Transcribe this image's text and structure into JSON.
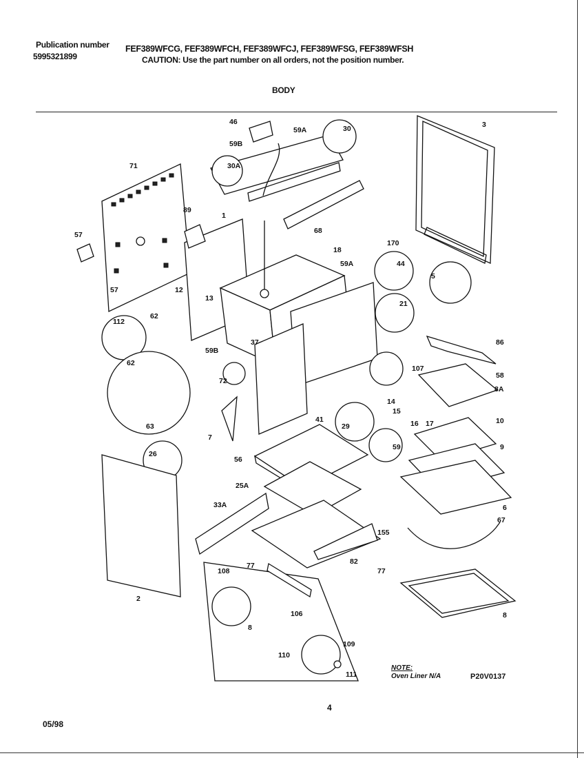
{
  "header": {
    "publication_label": "Publication number",
    "publication_number": "5995321899",
    "models": "FEF389WFCG, FEF389WFCH, FEF389WFCJ, FEF389WFSG, FEF389WFSH",
    "caution": "CAUTION:  Use the part number on all orders, not the position number.",
    "section": "BODY"
  },
  "footer": {
    "date": "05/98",
    "page": "4",
    "note_title": "NOTE:",
    "note_text": "Oven Liner N/A",
    "drawing_number": "P20V0137"
  },
  "callouts": [
    "46",
    "59B",
    "59A",
    "30",
    "3",
    "71",
    "30A",
    "89",
    "57",
    "1",
    "68",
    "18",
    "59A",
    "170",
    "44",
    "5",
    "57",
    "12",
    "13",
    "21",
    "112",
    "62",
    "59B",
    "37",
    "86",
    "72",
    "107",
    "58",
    "8A",
    "62",
    "14",
    "15",
    "16",
    "17",
    "63",
    "7",
    "41",
    "29",
    "10",
    "59",
    "26",
    "56",
    "9",
    "25A",
    "6",
    "33A",
    "67",
    "155",
    "82",
    "77",
    "77",
    "108",
    "106",
    "8",
    "110",
    "109",
    "111",
    "2",
    "8"
  ]
}
